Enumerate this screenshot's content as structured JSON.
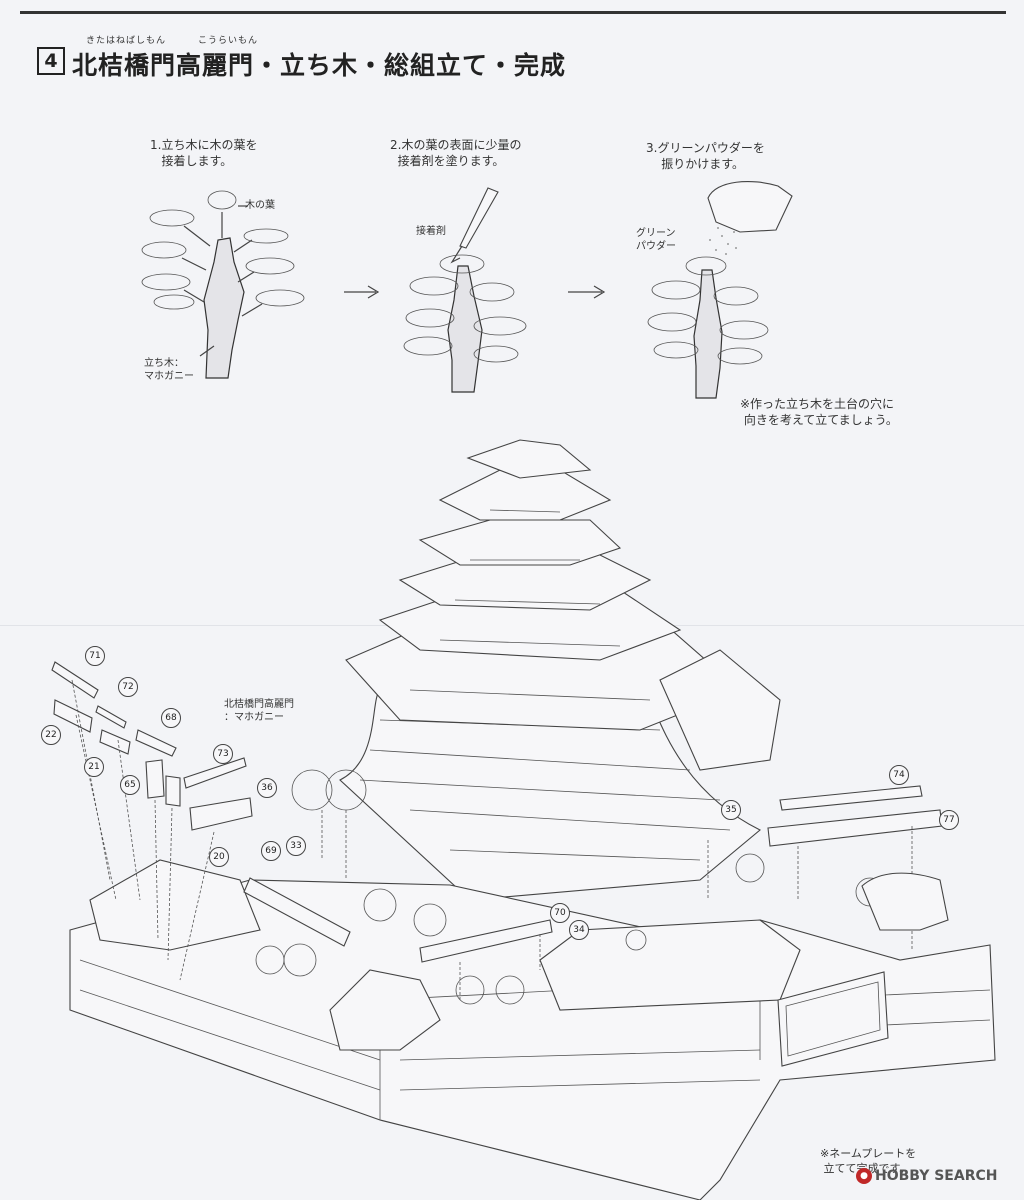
{
  "header": {
    "step_number": "4",
    "title": "北桔橋門高麗門・立ち木・総組立て・完成",
    "ruby_kitahanebashimon": "きたはねばしもん",
    "ruby_kouraimon": "こうらいもん"
  },
  "steps": [
    {
      "text": "1.立ち木に木の葉を\n   接着します。"
    },
    {
      "text": "2.木の葉の表面に少量の\n  接着剤を塗ります。"
    },
    {
      "text": "3.グリーンパウダーを\n    振りかけます。"
    }
  ],
  "labels": {
    "konoha": "木の葉",
    "tachiki": "立ち木：\nマホガニー",
    "adhesive": "接着剤",
    "green_powder": "グリーン\nパウダー",
    "gate_material": "北桔橋門高麗門\n：マホガニー"
  },
  "notes": {
    "tree_note": "※作った立ち木を土台の穴に\n 向きを考えて立てましょう。",
    "nameplate_note": "※ネームプレートを\n 立てて完成です。"
  },
  "part_numbers": [
    "71",
    "72",
    "22",
    "68",
    "21",
    "73",
    "65",
    "36",
    "20",
    "69",
    "33",
    "35",
    "74",
    "77",
    "70",
    "34"
  ],
  "watermark": "HOBBY SEARCH",
  "watermark_icon": "hobby-search-logo-icon"
}
